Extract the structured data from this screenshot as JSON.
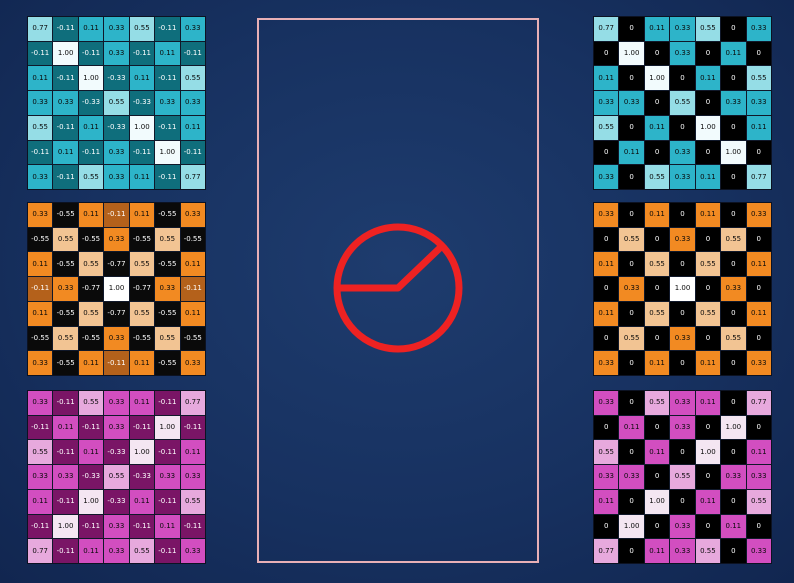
{
  "palettes": {
    "teal": {
      "hi": "#f2fbfd",
      "mid": "#95dde6",
      "lo": "#2db4c9",
      "neg": "#0f6e7c",
      "zero": "#000000",
      "dark": "#0a0a0a",
      "light": "#ffffff"
    },
    "orange": {
      "hi": "#ffffff",
      "mid": "#f2c493",
      "lo": "#f28a22",
      "neg": "#b4611b",
      "zero": "#000000",
      "dark": "#0a0a0a",
      "light": "#ffffff"
    },
    "magenta": {
      "hi": "#f4e6f2",
      "mid": "#e7a9dd",
      "lo": "#d24ec0",
      "neg": "#7a1566",
      "zero": "#000000",
      "dark": "#0a0a0a",
      "light": "#ffffff"
    }
  },
  "operator": {
    "icon": "relu-activation-icon",
    "color": "#ee2222"
  },
  "panel_border_color": "#e8b0b6",
  "maps": {
    "left_top": [
      [
        "0.77",
        "-0.11",
        "0.11",
        "0.33",
        "0.55",
        "-0.11",
        "0.33"
      ],
      [
        "-0.11",
        "1.00",
        "-0.11",
        "0.33",
        "-0.11",
        "0.11",
        "-0.11"
      ],
      [
        "0.11",
        "-0.11",
        "1.00",
        "-0.33",
        "0.11",
        "-0.11",
        "0.55"
      ],
      [
        "0.33",
        "0.33",
        "-0.33",
        "0.55",
        "-0.33",
        "0.33",
        "0.33"
      ],
      [
        "0.55",
        "-0.11",
        "0.11",
        "-0.33",
        "1.00",
        "-0.11",
        "0.11"
      ],
      [
        "-0.11",
        "0.11",
        "-0.11",
        "0.33",
        "-0.11",
        "1.00",
        "-0.11"
      ],
      [
        "0.33",
        "-0.11",
        "0.55",
        "0.33",
        "0.11",
        "-0.11",
        "0.77"
      ]
    ],
    "left_middle": [
      [
        "0.33",
        "-0.55",
        "0.11",
        "-0.11",
        "0.11",
        "-0.55",
        "0.33"
      ],
      [
        "-0.55",
        "0.55",
        "-0.55",
        "0.33",
        "-0.55",
        "0.55",
        "-0.55"
      ],
      [
        "0.11",
        "-0.55",
        "0.55",
        "-0.77",
        "0.55",
        "-0.55",
        "0.11"
      ],
      [
        "-0.11",
        "0.33",
        "-0.77",
        "1.00",
        "-0.77",
        "0.33",
        "-0.11"
      ],
      [
        "0.11",
        "-0.55",
        "0.55",
        "-0.77",
        "0.55",
        "-0.55",
        "0.11"
      ],
      [
        "-0.55",
        "0.55",
        "-0.55",
        "0.33",
        "-0.55",
        "0.55",
        "-0.55"
      ],
      [
        "0.33",
        "-0.55",
        "0.11",
        "-0.11",
        "0.11",
        "-0.55",
        "0.33"
      ]
    ],
    "left_bottom": [
      [
        "0.33",
        "-0.11",
        "0.55",
        "0.33",
        "0.11",
        "-0.11",
        "0.77"
      ],
      [
        "-0.11",
        "0.11",
        "-0.11",
        "0.33",
        "-0.11",
        "1.00",
        "-0.11"
      ],
      [
        "0.55",
        "-0.11",
        "0.11",
        "-0.33",
        "1.00",
        "-0.11",
        "0.11"
      ],
      [
        "0.33",
        "0.33",
        "-0.33",
        "0.55",
        "-0.33",
        "0.33",
        "0.33"
      ],
      [
        "0.11",
        "-0.11",
        "1.00",
        "-0.33",
        "0.11",
        "-0.11",
        "0.55"
      ],
      [
        "-0.11",
        "1.00",
        "-0.11",
        "0.33",
        "-0.11",
        "0.11",
        "-0.11"
      ],
      [
        "0.77",
        "-0.11",
        "0.11",
        "0.33",
        "0.55",
        "-0.11",
        "0.33"
      ]
    ],
    "right_top": [
      [
        "0.77",
        "0",
        "0.11",
        "0.33",
        "0.55",
        "0",
        "0.33"
      ],
      [
        "0",
        "1.00",
        "0",
        "0.33",
        "0",
        "0.11",
        "0"
      ],
      [
        "0.11",
        "0",
        "1.00",
        "0",
        "0.11",
        "0",
        "0.55"
      ],
      [
        "0.33",
        "0.33",
        "0",
        "0.55",
        "0",
        "0.33",
        "0.33"
      ],
      [
        "0.55",
        "0",
        "0.11",
        "0",
        "1.00",
        "0",
        "0.11"
      ],
      [
        "0",
        "0.11",
        "0",
        "0.33",
        "0",
        "1.00",
        "0"
      ],
      [
        "0.33",
        "0",
        "0.55",
        "0.33",
        "0.11",
        "0",
        "0.77"
      ]
    ],
    "right_middle": [
      [
        "0.33",
        "0",
        "0.11",
        "0",
        "0.11",
        "0",
        "0.33"
      ],
      [
        "0",
        "0.55",
        "0",
        "0.33",
        "0",
        "0.55",
        "0"
      ],
      [
        "0.11",
        "0",
        "0.55",
        "0",
        "0.55",
        "0",
        "0.11"
      ],
      [
        "0",
        "0.33",
        "0",
        "1.00",
        "0",
        "0.33",
        "0"
      ],
      [
        "0.11",
        "0",
        "0.55",
        "0",
        "0.55",
        "0",
        "0.11"
      ],
      [
        "0",
        "0.55",
        "0",
        "0.33",
        "0",
        "0.55",
        "0"
      ],
      [
        "0.33",
        "0",
        "0.11",
        "0",
        "0.11",
        "0",
        "0.33"
      ]
    ],
    "right_bottom": [
      [
        "0.33",
        "0",
        "0.55",
        "0.33",
        "0.11",
        "0",
        "0.77"
      ],
      [
        "0",
        "0.11",
        "0",
        "0.33",
        "0",
        "1.00",
        "0"
      ],
      [
        "0.55",
        "0",
        "0.11",
        "0",
        "1.00",
        "0",
        "0.11"
      ],
      [
        "0.33",
        "0.33",
        "0",
        "0.55",
        "0",
        "0.33",
        "0.33"
      ],
      [
        "0.11",
        "0",
        "1.00",
        "0",
        "0.11",
        "0",
        "0.55"
      ],
      [
        "0",
        "1.00",
        "0",
        "0.33",
        "0",
        "0.11",
        "0"
      ],
      [
        "0.77",
        "0",
        "0.11",
        "0.33",
        "0.55",
        "0",
        "0.33"
      ]
    ]
  }
}
